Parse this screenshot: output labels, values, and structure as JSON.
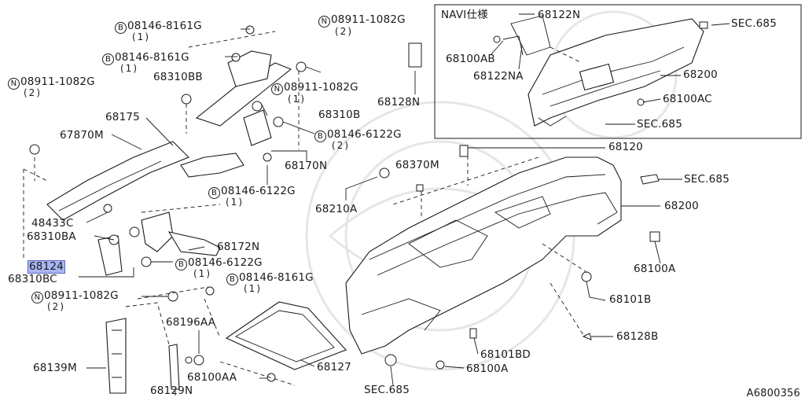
{
  "diagram": {
    "figure_id": "A6800356",
    "inset": {
      "title": "NAVI仕様",
      "labels": [
        "68122N",
        "68100AB",
        "68122NA",
        "SEC.685",
        "68200",
        "68100AC",
        "SEC.685"
      ]
    },
    "labels": {
      "b_08146_8161g_top": "08146-8161G",
      "b_08146_8161g_top_qty": "(1)",
      "b_08146_8161g_2": "08146-8161G",
      "b_08146_8161g_2_qty": "(1)",
      "n_08911_1082g_top": "08911-1082G",
      "n_08911_1082g_top_qty": "(2)",
      "n_08911_1082g_left": "08911-1082G",
      "n_08911_1082g_left_qty": "(2)",
      "n_08911_1082g_mid": "08911-1082G",
      "n_08911_1082g_mid_qty": "(1)",
      "p68310bb": "68310BB",
      "p68128n": "68128N",
      "p68175": "68175",
      "p68310b": "68310B",
      "b_08146_6122g_r": "08146-6122G",
      "b_08146_6122g_r_qty": "(2)",
      "p67870m": "67870M",
      "p68170n": "68170N",
      "p68120": "68120",
      "p68370m": "68370M",
      "sec685_a": "SEC.685",
      "b_08146_6122g_mid": "08146-6122G",
      "b_08146_6122g_mid_qty": "(1)",
      "p68210a": "68210A",
      "p68200": "68200",
      "p48433c": "48433C",
      "p68310ba": "68310BA",
      "p68172n": "68172N",
      "p68124": "68124",
      "b_08146_6122g_low": "08146-6122G",
      "b_08146_6122g_low_qty": "(1)",
      "p68100a_r": "68100A",
      "p68310bc": "68310BC",
      "b_08146_8161g_low": "08146-8161G",
      "b_08146_8161g_low_qty": "(1)",
      "n_08911_1082g_low": "08911-1082G",
      "n_08911_1082g_low_qty": "(2)",
      "p68101b": "68101B",
      "p68196aa": "68196AA",
      "p68128b": "68128B",
      "p68101bd": "68101BD",
      "p68139m": "68139M",
      "p68127": "68127",
      "p68100a_b": "68100A",
      "p68100aa": "68100AA",
      "p68129n": "68129N",
      "sec685_b": "SEC.685"
    },
    "symbols": {
      "bolt_marker": "B",
      "nut_marker": "N"
    }
  }
}
